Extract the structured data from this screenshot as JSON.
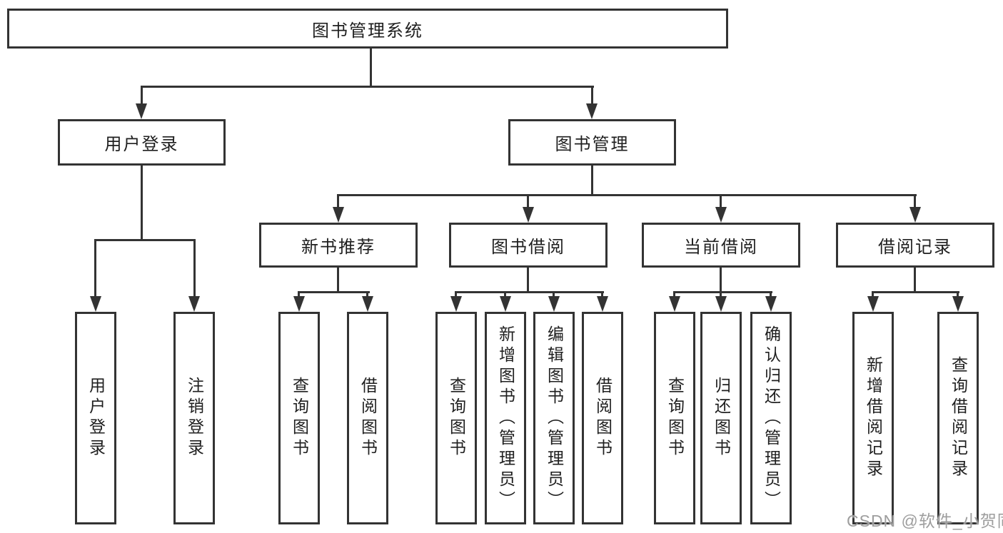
{
  "diagram": {
    "root": {
      "label": "图书管理系统"
    },
    "level2": [
      {
        "label": "用户登录"
      },
      {
        "label": "图书管理"
      }
    ],
    "level3": [
      {
        "label": "新书推荐"
      },
      {
        "label": "图书借阅"
      },
      {
        "label": "当前借阅"
      },
      {
        "label": "借阅记录"
      }
    ],
    "leaves": {
      "user_login": [
        "用户登录",
        "注销登录"
      ],
      "recommend": [
        "查询图书",
        "借阅图书"
      ],
      "borrow": [
        "查询图书",
        "新增图书（管理员）",
        "编辑图书（管理员）",
        "借阅图书"
      ],
      "current": [
        "查询图书",
        "归还图书",
        "确认归还（管理员）"
      ],
      "record": [
        "新增借阅记录",
        "查询借阅记录"
      ]
    },
    "colors": {
      "line": "#333333",
      "text": "#1f1f1f",
      "watermark": "#9e9e9e",
      "background": "#ffffff"
    },
    "watermark": {
      "text": "CSDN @软件_小贺同学"
    }
  }
}
